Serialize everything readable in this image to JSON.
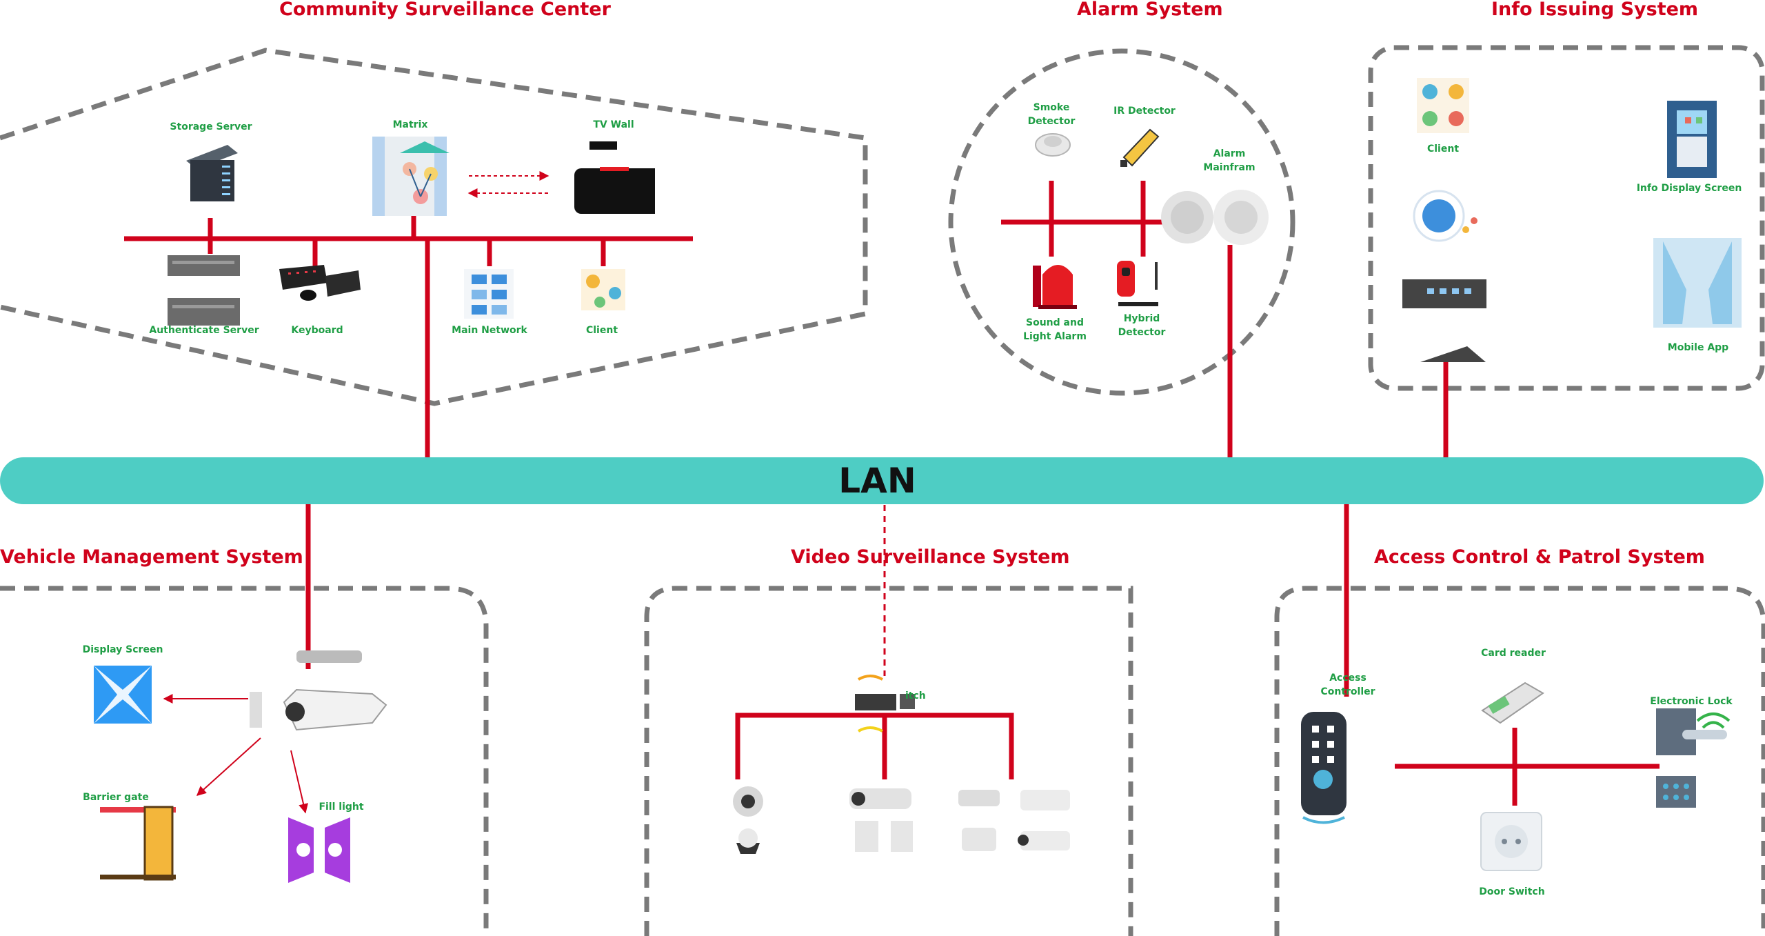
{
  "lan": {
    "label": "LAN"
  },
  "sections": {
    "community": {
      "title": "Community Surveillance Center"
    },
    "alarm": {
      "title": "Alarm System"
    },
    "info": {
      "title": "Info Issuing System"
    },
    "vehicle": {
      "title": "Vehicle Management System"
    },
    "video": {
      "title": "Video Surveillance System"
    },
    "access": {
      "title": "Access Control & Patrol System"
    }
  },
  "devices": {
    "storage_server": "Storage Server",
    "matrix": "Matrix",
    "tv_wall": "TV Wall",
    "authenticate_server": "Authenticate Server",
    "keyboard": "Keyboard",
    "main_network": "Main Network",
    "client_center": "Client",
    "smoke_detector": "Smoke\nDetector",
    "ir_detector": "IR Detector",
    "alarm_mainframe": "Alarm\nMainfram",
    "sound_light_alarm": "Sound and\nLight Alarm",
    "hybrid_detector": "Hybrid\nDetector",
    "client_info": "Client",
    "info_display_screen": "Info  Display Screen",
    "mobile_app": "Mobile App",
    "display_screen": "Display Screen",
    "barrier_gate": "Barrier gate",
    "fill_light": "Fill light",
    "switch": "itch",
    "access_controller": "Access\nController",
    "card_reader": "Card reader",
    "electronic_lock": "Electronic Lock",
    "door_switch": "Door Switch"
  },
  "colors": {
    "line_red": "#d0021b",
    "lan_teal": "#4ecdc4",
    "label_green": "#1f9e45",
    "border_gray": "#7a7a7a"
  }
}
